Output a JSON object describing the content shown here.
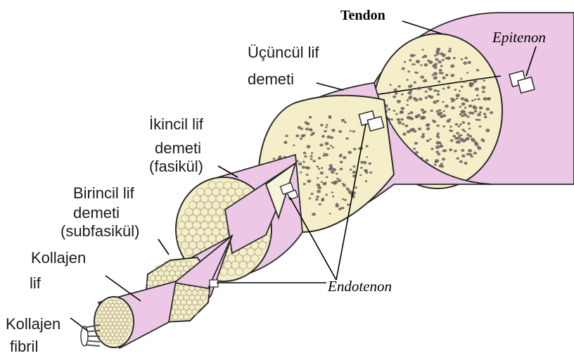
{
  "labels": {
    "tendon": "Tendon",
    "epitenon": "Epitenon",
    "tertiary_bundle_line1": "Üçüncül lif",
    "tertiary_bundle_line2": "demeti",
    "secondary_bundle_line1": "İkincil lif",
    "secondary_bundle_line2": "demeti",
    "secondary_bundle_line3": "(fasikül)",
    "primary_bundle_line1": "Birincil lif",
    "primary_bundle_line2": "demeti",
    "primary_bundle_line3": "(subfasikül)",
    "collagen_fiber_line1": "Kollajen",
    "collagen_fiber_line2": "lif",
    "endotenon": "Endotenon",
    "collagen_fibril_line1": "Kollajen",
    "collagen_fibril_line2": "fibril"
  },
  "colors": {
    "sheath": "#ecc8e6",
    "cross_section": "#f4efc8",
    "fiber_dots": "#6a5e62"
  }
}
